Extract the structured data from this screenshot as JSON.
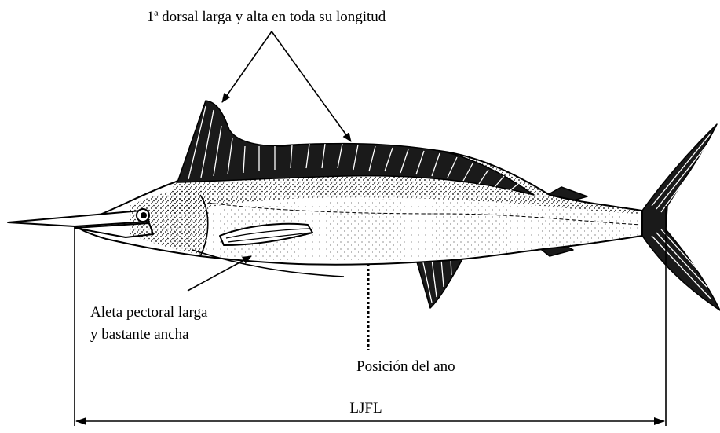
{
  "diagram": {
    "labels": {
      "dorsal_fin": "1ª dorsal larga y alta en toda su longitud",
      "pectoral_fin_line1": "Aleta pectoral larga",
      "pectoral_fin_line2": "y bastante ancha",
      "anus_position": "Posición del ano",
      "measurement": "LJFL"
    }
  }
}
